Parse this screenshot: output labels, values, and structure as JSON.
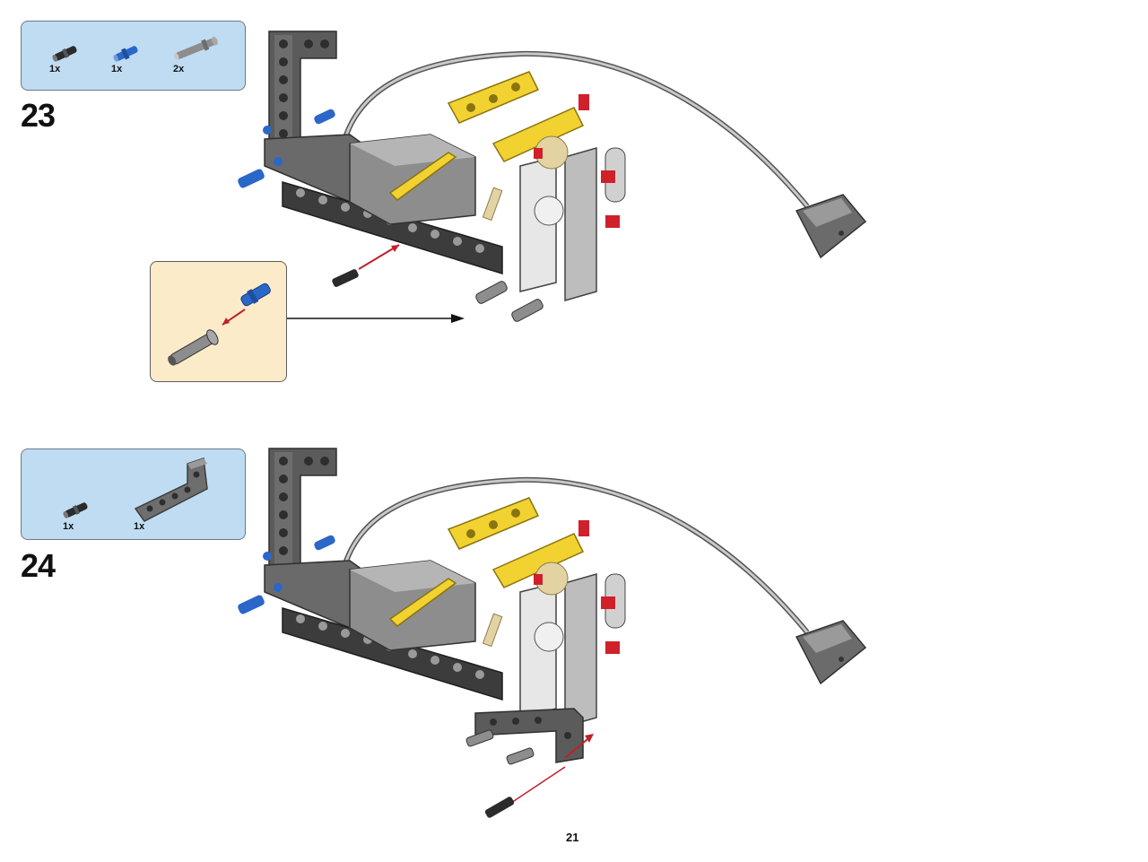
{
  "steps": [
    {
      "number": "23",
      "parts": [
        {
          "name": "black-friction-pin-icon",
          "qty": "1x"
        },
        {
          "name": "blue-axle-pin-icon",
          "qty": "1x"
        },
        {
          "name": "gray-long-pin-icon",
          "qty": "2x"
        }
      ]
    },
    {
      "number": "24",
      "parts": [
        {
          "name": "black-friction-pin-icon",
          "qty": "1x"
        },
        {
          "name": "gray-l-beam-icon",
          "qty": "1x"
        }
      ]
    }
  ],
  "colors": {
    "parts_box": "#bfdcf2",
    "callout_box": "#fcebc9",
    "beam_dark_gray": "#5b5b5b",
    "beam_light_gray": "#a9a9a9",
    "yellow": "#f2d230",
    "blue": "#2a67c9",
    "red": "#d0202a",
    "tan": "#e3d3a3",
    "arrow_red": "#c0202a"
  },
  "page_number": "21"
}
